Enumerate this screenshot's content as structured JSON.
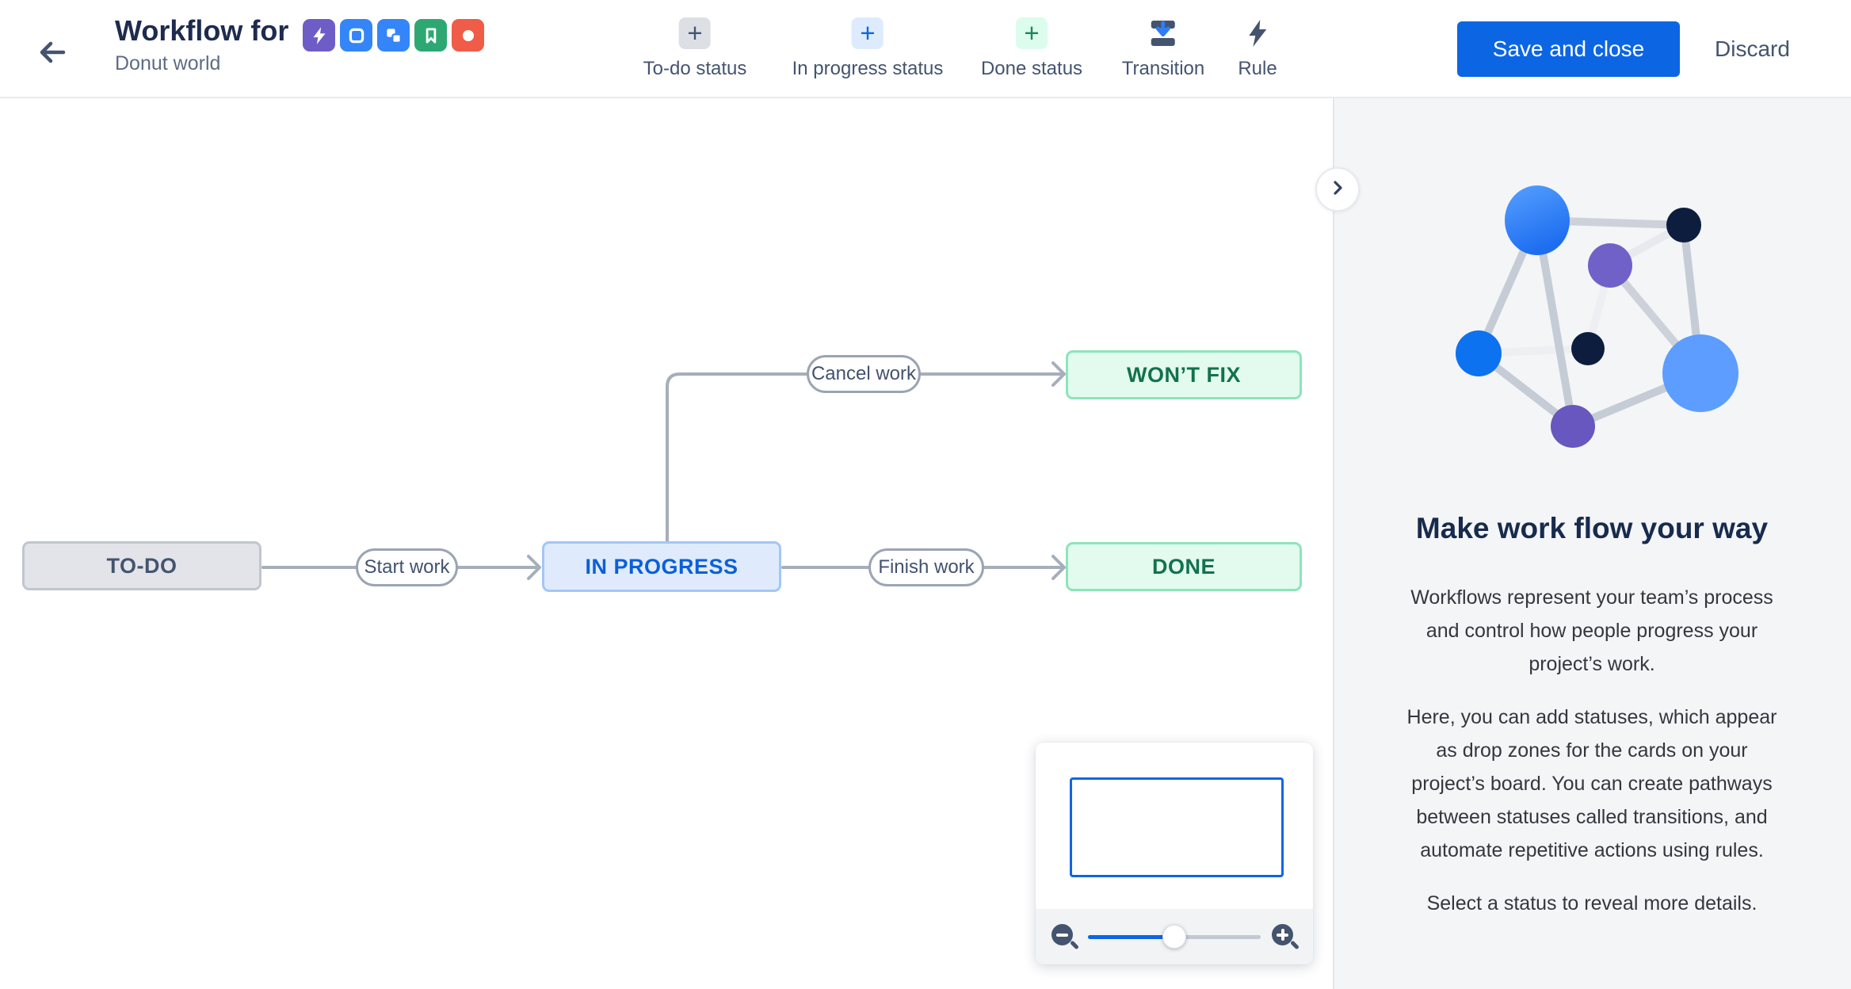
{
  "header": {
    "title": "Workflow for",
    "subtitle": "Donut world",
    "save_button": "Save and close",
    "discard_button": "Discard",
    "project_icons": [
      {
        "icon": "bolt-icon",
        "bg": "#6E5DC6"
      },
      {
        "icon": "square-icon",
        "bg": "#3485F8"
      },
      {
        "icon": "subtasks-icon",
        "bg": "#3485F8"
      },
      {
        "icon": "bookmark-icon",
        "bg": "#2EA873"
      },
      {
        "icon": "circle-icon",
        "bg": "#EF5C48"
      }
    ],
    "toolbar": {
      "todo_status": "To-do status",
      "in_progress_status": "In progress status",
      "done_status": "Done status",
      "transition": "Transition",
      "rule": "Rule"
    }
  },
  "workflow": {
    "statuses": [
      {
        "label": "TO-DO",
        "category": "todo"
      },
      {
        "label": "IN PROGRESS",
        "category": "in-progress"
      },
      {
        "label": "WON’T FIX",
        "category": "done"
      },
      {
        "label": "DONE",
        "category": "done"
      }
    ],
    "transitions": [
      {
        "label": "Start work",
        "from": "TO-DO",
        "to": "IN PROGRESS"
      },
      {
        "label": "Cancel work",
        "from": "IN PROGRESS",
        "to": "WON’T FIX"
      },
      {
        "label": "Finish work",
        "from": "IN PROGRESS",
        "to": "DONE"
      }
    ]
  },
  "minimap": {
    "zoom_out_icon": "magnifier-minus-icon",
    "zoom_in_icon": "magnifier-plus-icon",
    "zoom_slider_position_pct": 50
  },
  "sidebar": {
    "heading": "Make work flow your way",
    "paragraphs": [
      "Workflows represent your team’s process and control how people progress your project’s work.",
      "Here, you can add statuses, which appear as drop zones for the cards on your project’s board. You can create pathways between statuses called transitions, and automate repetitive actions using rules.",
      "Select a status to reveal more details."
    ]
  },
  "colors": {
    "primary_blue": "#0C66E4",
    "todo_fill": "#E2E4E9",
    "todo_text": "#44546F",
    "in_progress_fill": "#DFEBFD",
    "in_progress_text": "#0C5FD9",
    "done_fill": "#E2FBEE",
    "done_text": "#13724B",
    "connector_gray": "#A6AEBB",
    "sidebar_bg": "#F4F5F7",
    "heading_navy": "#172B4D"
  }
}
